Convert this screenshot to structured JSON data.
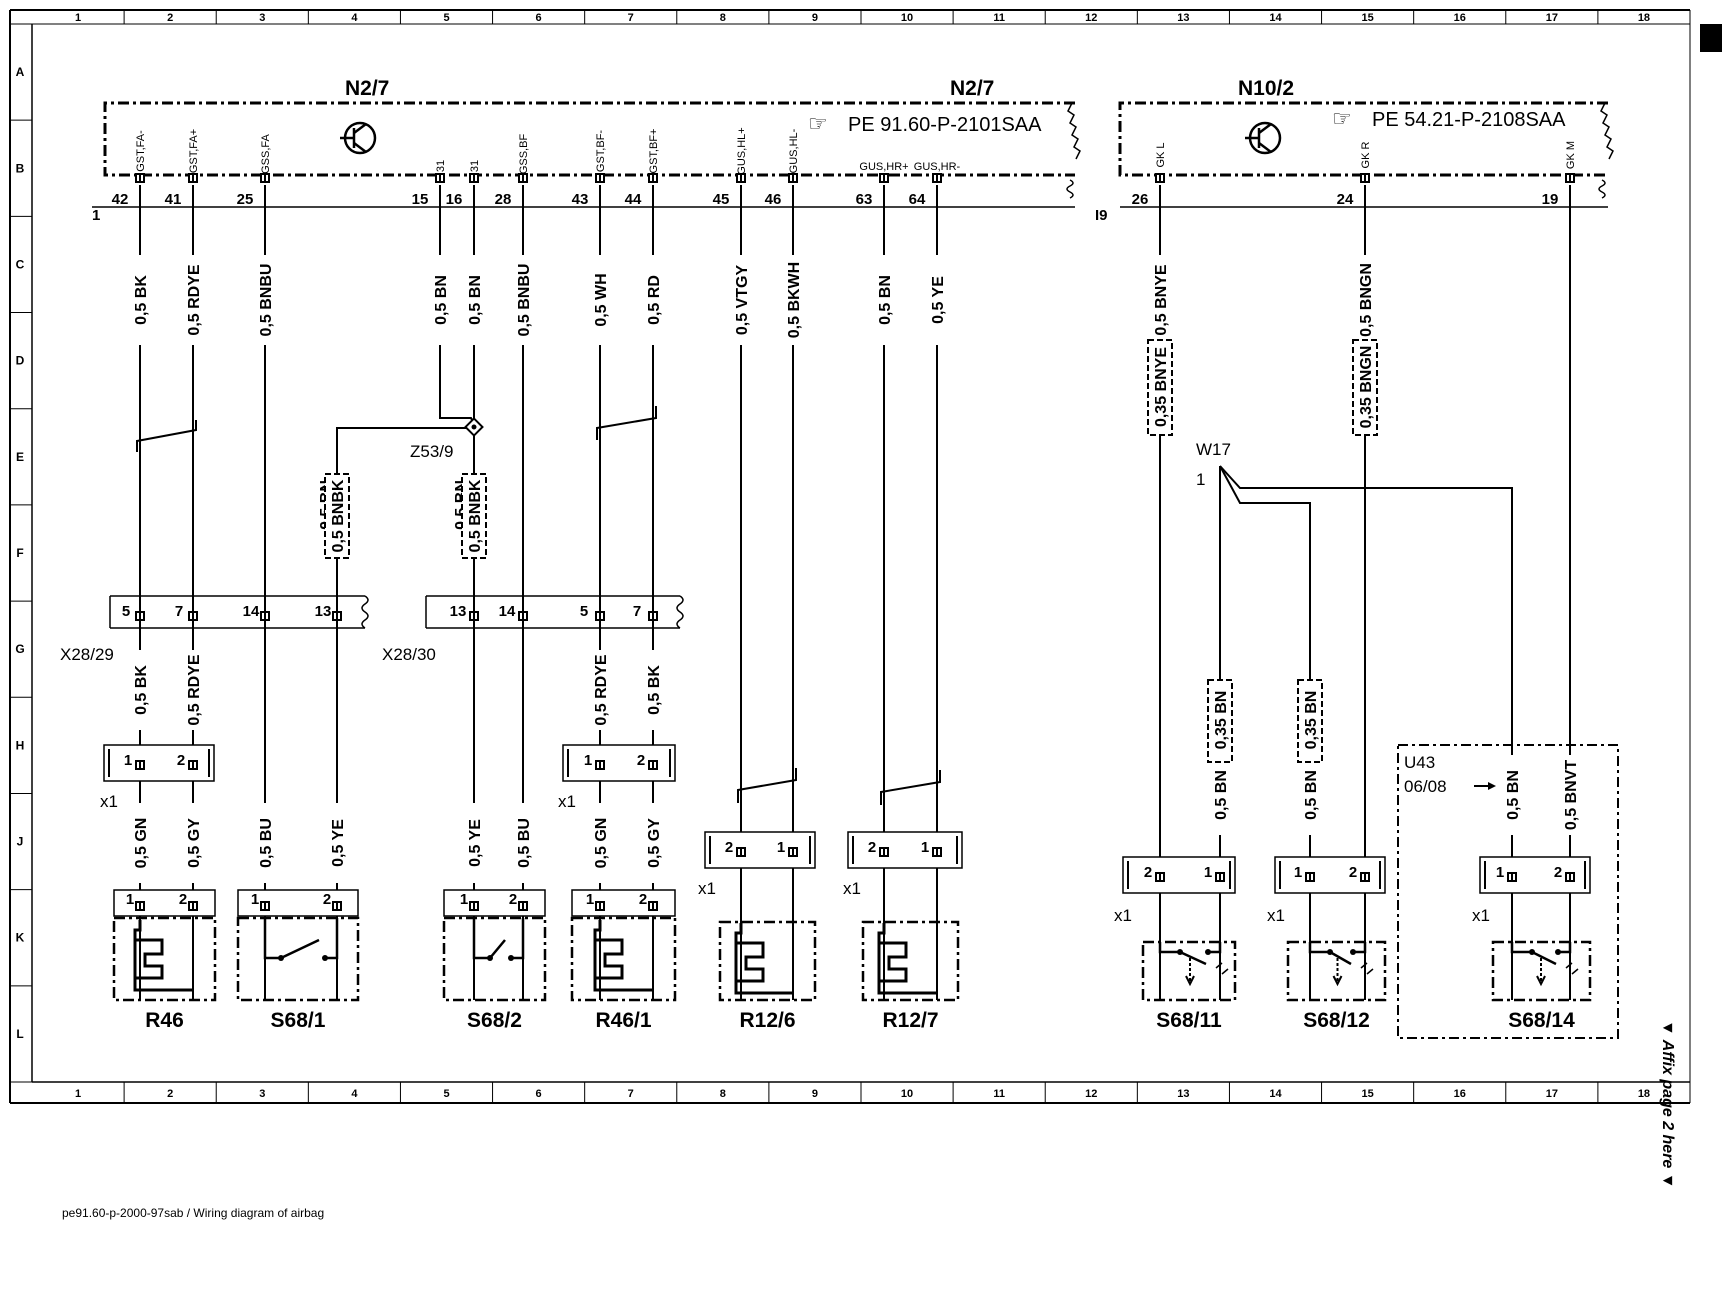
{
  "grid_columns": [
    "1",
    "2",
    "3",
    "4",
    "5",
    "6",
    "7",
    "8",
    "9",
    "10",
    "11",
    "12",
    "13",
    "14",
    "15",
    "16",
    "17",
    "18"
  ],
  "grid_rows": [
    "A",
    "B",
    "C",
    "D",
    "E",
    "F",
    "G",
    "H",
    "J",
    "K",
    "L"
  ],
  "modules": {
    "n2_7": {
      "label_left": "N2/7",
      "label_right": "N2/7",
      "ref": "PE 91.60-P-2101SAA",
      "side_number": "1",
      "pins": [
        {
          "num": "42",
          "signal": "GST,FA-"
        },
        {
          "num": "41",
          "signal": "GST,FA+"
        },
        {
          "num": "25",
          "signal": "GSS,FA"
        },
        {
          "num": "15",
          "signal": "31"
        },
        {
          "num": "16",
          "signal": "31"
        },
        {
          "num": "28",
          "signal": "GSS,BF"
        },
        {
          "num": "43",
          "signal": "GST,BF-"
        },
        {
          "num": "44",
          "signal": "GST,BF+"
        },
        {
          "num": "45",
          "signal": "GUS,HL+"
        },
        {
          "num": "46",
          "signal": "GUS,HL-"
        },
        {
          "num": "63",
          "signal": "GUS,HR+"
        },
        {
          "num": "64",
          "signal": "GUS,HR-"
        }
      ]
    },
    "n10_2": {
      "label": "N10/2",
      "ref": "PE 54.21-P-2108SAA",
      "side_number": "I9",
      "pins": [
        {
          "num": "26",
          "signal": "GK L"
        },
        {
          "num": "24",
          "signal": "GK R"
        },
        {
          "num": "19",
          "signal": "GK M"
        }
      ]
    }
  },
  "wires_upper": [
    "0,5 BK",
    "0,5 RDYE",
    "0,5 BNBU",
    "0,5 BN",
    "0,5 BN",
    "0,5 BNBU",
    "0,5 WH",
    "0,5 RD",
    "0,5 VTGY",
    "0,5 BKWH",
    "0,5 BN",
    "0,5 YE",
    "0,5 BNYE",
    "0,5 BNGN"
  ],
  "wires_dashed_upper": [
    "0,35 BNYE",
    "0,35 BNGN"
  ],
  "splice_z53": {
    "label": "Z53/9",
    "left_wires": [
      "0,5 BN",
      "0,5 BNBK"
    ],
    "right_wires": [
      "0,5 BN",
      "0,5 BNBK"
    ]
  },
  "splice_w17": {
    "label": "W17",
    "num": "1"
  },
  "connectors": {
    "x28_29": {
      "label": "X28/29",
      "pins": [
        "5",
        "7",
        "14",
        "13"
      ]
    },
    "x28_30": {
      "label": "X28/30",
      "pins": [
        "13",
        "14",
        "5",
        "7"
      ]
    }
  },
  "wires_mid": [
    "0,5 BK",
    "0,5 RDYE",
    "0,5 RDYE",
    "0,5 BK"
  ],
  "wires_lower": [
    "0,5 GN",
    "0,5 GY",
    "0,5 BU",
    "0,5 YE",
    "0,5 YE",
    "0,5 BU",
    "0,5 GN",
    "0,5 GY",
    "0,5 BN",
    "0,5 BN",
    "0,5 BN",
    "0,5 BNVT"
  ],
  "wires_dashed_lower": [
    "0,35 BN",
    "0,35 BN"
  ],
  "x1_label": "x1",
  "u43": {
    "label": "U43",
    "date": "06/08"
  },
  "components": [
    "R46",
    "S68/1",
    "S68/2",
    "R46/1",
    "R12/6",
    "R12/7",
    "S68/11",
    "S68/12",
    "S68/14"
  ],
  "caption": "pe91.60-p-2000-97sab / Wiring diagram of airbag",
  "affix_note": "▼ Affix page 2 here ▼"
}
